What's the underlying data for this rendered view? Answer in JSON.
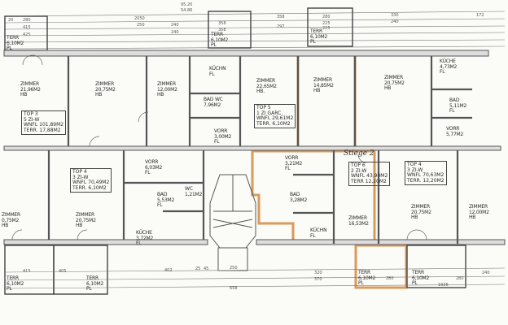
{
  "plan": {
    "overall_dims": [
      "95.20",
      "54.86"
    ],
    "highlight_color": "#e0a060",
    "wall_color": "#555555",
    "stairwell_label": "Stiege 2",
    "units": [
      {
        "name": "TOP 3",
        "rooms": "5 ZI-W",
        "wnfl": "WNFL 101,89M2",
        "terr": "TERR. 17,88M2"
      },
      {
        "name": "TOP 5",
        "rooms": "1 ZI GARC.",
        "wnfl": "WNFL 29,61M2",
        "terr": "TERR. 6,10M2"
      },
      {
        "name": "TOP 4",
        "rooms": "3 ZI-W",
        "wnfl": "WNFL 70,49M2",
        "terr": "TERR. 6,10M2"
      },
      {
        "name": "TOP 6",
        "rooms": "2 ZI-W",
        "wnfl": "WNFL 43,90M2",
        "terr": "TERR 12,20M2"
      },
      {
        "name": "TOP 4",
        "rooms": "3 ZI-W",
        "wnfl": "WNFL 70,63M2",
        "terr": "TERR. 12,20M2"
      }
    ],
    "rooms": [
      {
        "name": "ZIMMER",
        "area": "21,96M2",
        "floor": "HB"
      },
      {
        "name": "ZIMMER",
        "area": "20,75M2",
        "floor": "HB"
      },
      {
        "name": "ZIMMER",
        "area": "12,00M2",
        "floor": "HB"
      },
      {
        "name": "KÜCHN",
        "area": "",
        "floor": "FL"
      },
      {
        "name": "BAD WC",
        "area": "7,96M2",
        "floor": ""
      },
      {
        "name": "VORR",
        "area": "3,00M2",
        "floor": "FL"
      },
      {
        "name": "ZIMMER",
        "area": "22,65M2",
        "floor": "HB."
      },
      {
        "name": "ZIMMER",
        "area": "14,85M2",
        "floor": "HB"
      },
      {
        "name": "ZIMMER",
        "area": "20,75M2",
        "floor": "HB"
      },
      {
        "name": "KÜCHE",
        "area": "4,73M2",
        "floor": "FL"
      },
      {
        "name": "BAD",
        "area": "5,11M2",
        "floor": "FL"
      },
      {
        "name": "VORR",
        "area": "5,77M2",
        "floor": ""
      },
      {
        "name": "ZIMMER",
        "area": "0,75M2",
        "floor": "HB"
      },
      {
        "name": "ZIMMER",
        "area": "20,75M2",
        "floor": "HB"
      },
      {
        "name": "VORR",
        "area": "6,03M2",
        "floor": "FL"
      },
      {
        "name": "BAD",
        "area": "5,53M2",
        "floor": "FL"
      },
      {
        "name": "WC",
        "area": "1,21M2",
        "floor": ""
      },
      {
        "name": "KÜCHE",
        "area": "3,72M2",
        "floor": "FL"
      },
      {
        "name": "VORR",
        "area": "3,21M2",
        "floor": "FL"
      },
      {
        "name": "BAD",
        "area": "3,28M2",
        "floor": ""
      },
      {
        "name": "KÜCHN",
        "area": "",
        "floor": "FL"
      },
      {
        "name": "ZIMMER",
        "area": "16,53M2",
        "floor": ""
      },
      {
        "name": "ZIMMER",
        "area": "20,75M2",
        "floor": "HB"
      },
      {
        "name": "ZIMMER",
        "area": "12,00M2",
        "floor": "HB"
      }
    ],
    "terraces_top": [
      {
        "name": "TERR",
        "area": "6,10M2",
        "floor": "PL"
      },
      {
        "name": "TERR",
        "area": "6,10M2",
        "floor": "PL"
      },
      {
        "name": "TERR",
        "area": "6,10M2",
        "floor": "PL"
      }
    ],
    "terraces_bottom": [
      {
        "name": "TERR",
        "area": "6,10M2",
        "floor": "PL"
      },
      {
        "name": "TERR",
        "area": "6,10M2",
        "floor": "PL"
      },
      {
        "name": "TERR",
        "area": "6,10M2",
        "floor": "PL"
      },
      {
        "name": "TERR",
        "area": "6,10M2",
        "floor": "PL"
      }
    ],
    "dims_top": [
      "20",
      "280",
      "415",
      "425",
      "2050",
      "240",
      "240",
      "250",
      "358",
      "358",
      "358",
      "297",
      "280",
      "225",
      "225",
      "330",
      "240",
      "172"
    ],
    "dims_bottom": [
      "415",
      "405",
      "402",
      "25",
      "45",
      "250",
      "320",
      "370",
      "658",
      "1926",
      "280",
      "280",
      "240"
    ]
  }
}
